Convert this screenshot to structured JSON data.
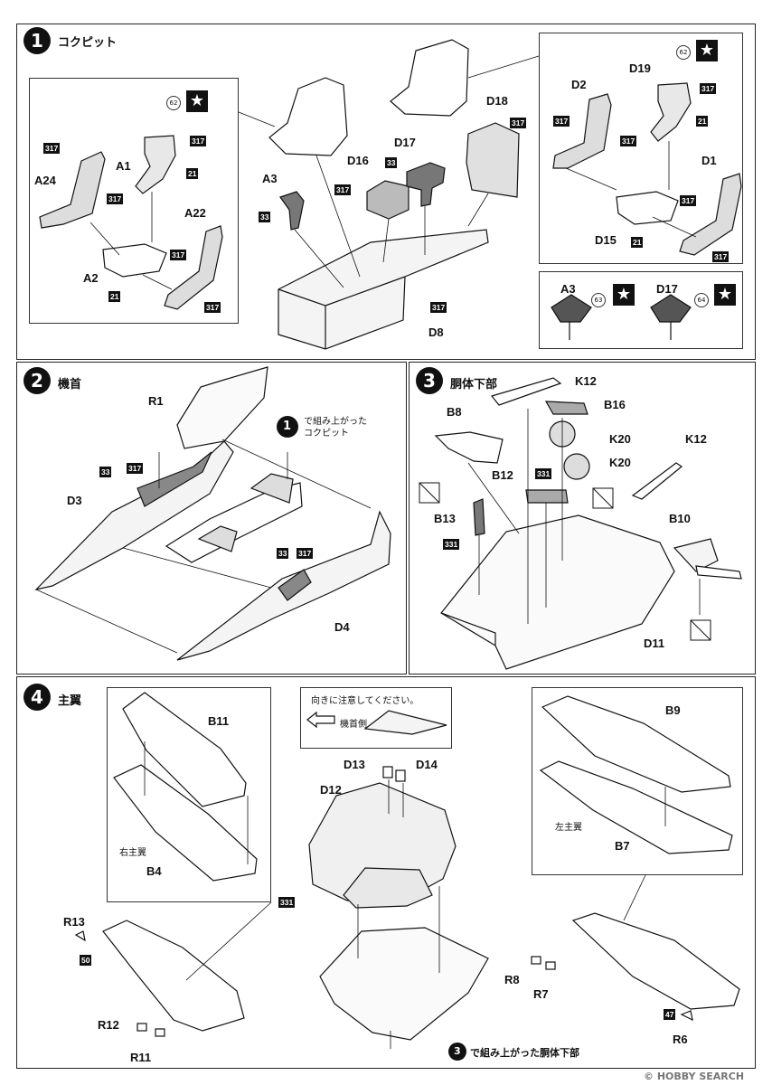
{
  "step1": {
    "num": "1",
    "title": "コクピット",
    "labels": {
      "A24": "A24",
      "A1": "A1",
      "A22": "A22",
      "A2": "A2",
      "A3": "A3",
      "D16": "D16",
      "D17": "D17",
      "D18": "D18",
      "D8": "D8",
      "D2": "D2",
      "D19": "D19",
      "D1": "D1",
      "D15": "D15",
      "A3b": "A3",
      "D17b": "D17"
    },
    "codes": {
      "c317": "317",
      "c21": "21",
      "c33": "33"
    },
    "small": {
      "s62": "62",
      "s63": "63",
      "s64": "64"
    }
  },
  "step2": {
    "num": "2",
    "title": "機首",
    "labels": {
      "R1": "R1",
      "D3": "D3",
      "D4": "D4"
    },
    "note_ref": "1",
    "note": "で組み上がった\nコクピット",
    "codes": {
      "c33": "33",
      "c317": "317"
    }
  },
  "step3": {
    "num": "3",
    "title": "胴体下部",
    "labels": {
      "K12": "K12",
      "B16": "B16",
      "B8": "B8",
      "K20": "K20",
      "B12": "B12",
      "B13": "B13",
      "B10": "B10",
      "D11": "D11"
    },
    "codes": {
      "c331": "331"
    }
  },
  "step4": {
    "num": "4",
    "title": "主翼",
    "labels": {
      "B11": "B11",
      "B4": "B4",
      "R13": "R13",
      "R12": "R12",
      "R11": "R11",
      "D13": "D13",
      "D14": "D14",
      "D12": "D12",
      "B9": "B9",
      "B7": "B7",
      "R8": "R8",
      "R7": "R7",
      "R6": "R6"
    },
    "right_wing": "右主翼",
    "left_wing": "左主翼",
    "orientation_note": "向きに注意してください。",
    "nose_side": "機首側",
    "footer_ref": "3",
    "footer": "で組み上がった胴体下部",
    "codes": {
      "c50": "50",
      "c331": "331",
      "c47": "47"
    }
  },
  "watermark": "© HOBBY SEARCH",
  "colors": {
    "ink": "#111111",
    "gray": "#8a8a8a",
    "light": "#dcdcdc"
  }
}
